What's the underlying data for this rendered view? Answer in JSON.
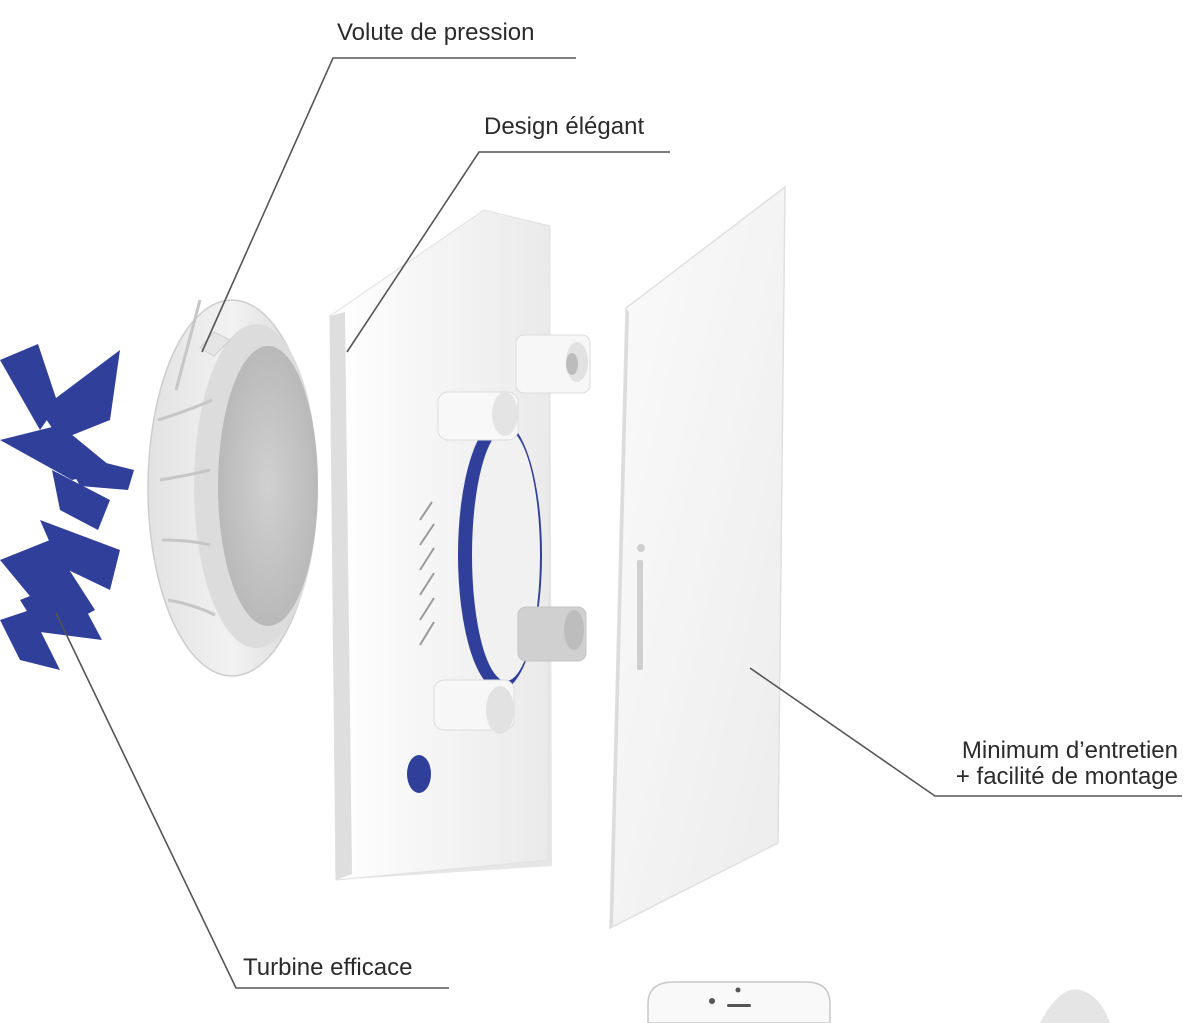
{
  "callouts": {
    "volute": "Volute de pression",
    "design": "Design élégant",
    "entretien_line1": "Minimum d’entretien",
    "entretien_line2": "+ facilité de montage",
    "turbine": "Turbine efficace"
  },
  "colors": {
    "turbine_blue": "#2f3f9a",
    "housing_white": "#f4f4f4",
    "shadow_gray": "#d9d9d9",
    "leader_line": "#555555",
    "text": "#2b2b2b"
  },
  "icons": {
    "turbine": "fan-impeller-icon",
    "volute": "volute-ring-icon",
    "housing": "fan-housing-icon",
    "front_panel": "front-panel-icon",
    "phone": "smartphone-icon"
  }
}
